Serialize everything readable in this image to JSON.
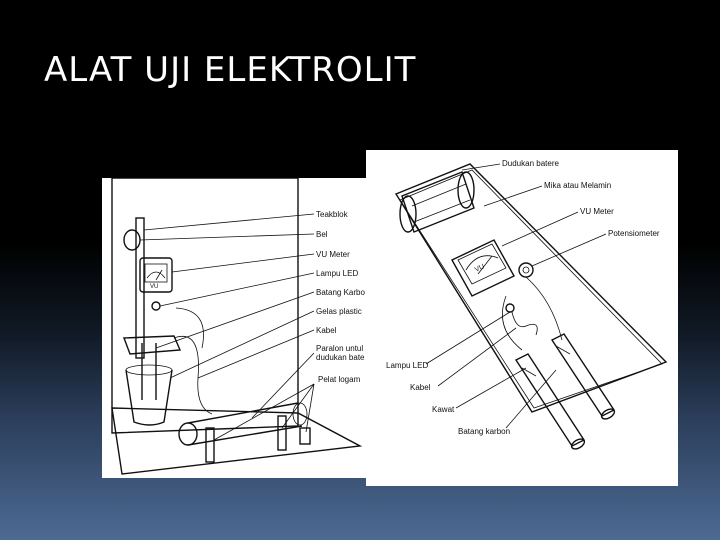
{
  "slide": {
    "title": "ALAT UJI ELEKTROLIT"
  },
  "left_diagram": {
    "labels": [
      "Teakblok",
      "Bel",
      "VU Meter",
      "Lampu LED",
      "Batang Karbo",
      "Gelas plastic",
      "Kabel",
      "Paralon untul",
      "dudukan bate",
      "Pelat logam"
    ],
    "meter_text": "VU"
  },
  "right_diagram": {
    "labels": [
      "Dudukan batere",
      "Mika atau Melamin",
      "VU Meter",
      "Potensiometer",
      "Lampu LED",
      "Kabel",
      "Kawat",
      "Batang karbon"
    ],
    "meter_text": "VU"
  }
}
